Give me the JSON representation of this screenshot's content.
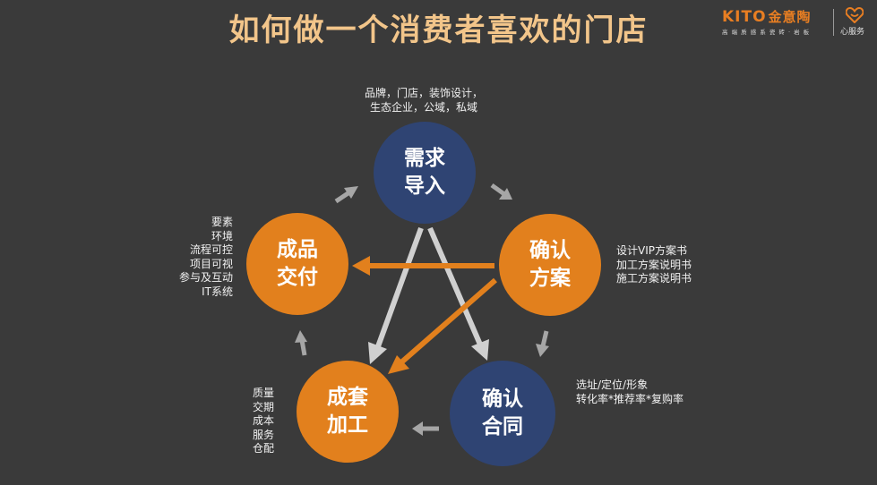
{
  "title": "如何做一个消费者喜欢的门店",
  "logo": {
    "brand": "KITO",
    "brand_cn": "金意陶",
    "tagline": "高 端 质 感 系 瓷 砖 · 岩 板",
    "service": "心服务"
  },
  "colors": {
    "background": "#3a3a3a",
    "blue_node": "#2f4473",
    "orange_node": "#e2801d",
    "title": "#f2c58a",
    "arrow_gray": "#a6a6a6",
    "arrow_light": "#d0d0d0",
    "arrow_orange": "#e2801d"
  },
  "nodes": {
    "demand": {
      "line1": "需求",
      "line2": "导入"
    },
    "plan": {
      "line1": "确认",
      "line2": "方案"
    },
    "contract": {
      "line1": "确认",
      "line2": "合同"
    },
    "processing": {
      "line1": "成套",
      "line2": "加工"
    },
    "delivery": {
      "line1": "成品",
      "line2": "交付"
    }
  },
  "notes": {
    "demand": [
      "品牌，门店，装饰设计，",
      "生态企业，公域，私域"
    ],
    "plan": [
      "设计VIP方案书",
      "加工方案说明书",
      "施工方案说明书"
    ],
    "contract": [
      "选址/定位/形象",
      "转化率*推荐率*复购率"
    ],
    "processing": [
      "质量",
      "交期",
      "成本",
      "服务",
      "仓配"
    ],
    "delivery": [
      "要素",
      "环境",
      "流程可控",
      "项目可视",
      "参与及互动",
      "IT系统"
    ]
  }
}
